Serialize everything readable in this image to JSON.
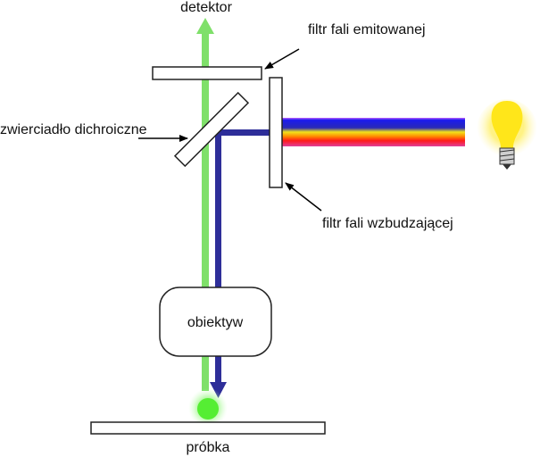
{
  "title": "Fluorescence microscope schematic",
  "labels": {
    "detector": "detektor",
    "emission_filter": "filtr fali emitowanej",
    "dichroic_mirror": "zwierciadło dichroiczne",
    "excitation_filter": "filtr fali wzbudzającej",
    "objective": "obiektyw",
    "sample": "próbka"
  },
  "colors": {
    "emission_light": "#7fe06a",
    "excitation_light": "#2e2e99",
    "fluorescence_spot": "#55ee33",
    "bulb": "#ffe61a",
    "spectrum": [
      "#c040ff",
      "#1a1aee",
      "#2a2acc",
      "#f0e020",
      "#ff8800",
      "#ff1a1a",
      "#e0208a"
    ]
  }
}
